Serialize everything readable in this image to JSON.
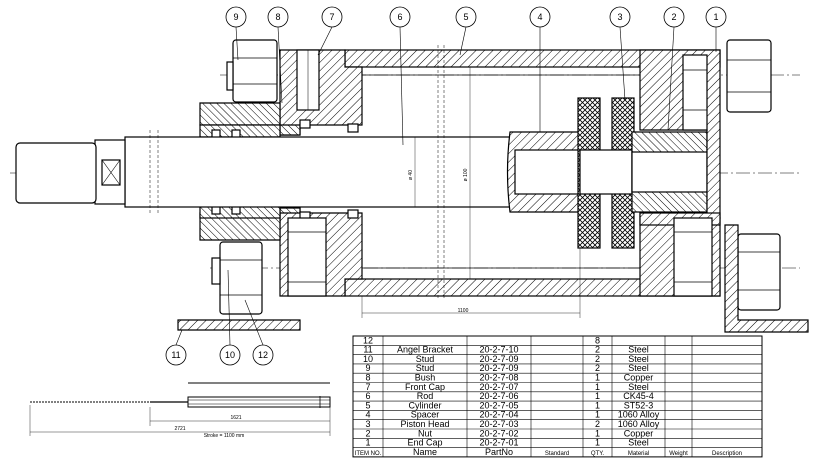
{
  "balloons": [
    "1",
    "2",
    "3",
    "4",
    "5",
    "6",
    "7",
    "8",
    "9",
    "10",
    "11",
    "12"
  ],
  "bom": {
    "headers": [
      "ITEM NO.",
      "Name",
      "PartNo",
      "Standard",
      "QTY.",
      "Material",
      "Weight",
      "Description"
    ],
    "rows": [
      {
        "item": "12",
        "name": "",
        "partno": "",
        "qty": "8",
        "material": ""
      },
      {
        "item": "11",
        "name": "Angel Bracket",
        "partno": "20-2-7-10",
        "qty": "2",
        "material": "Steel"
      },
      {
        "item": "10",
        "name": "Stud",
        "partno": "20-2-7-09",
        "qty": "2",
        "material": "Steel"
      },
      {
        "item": "9",
        "name": "Stud",
        "partno": "20-2-7-09",
        "qty": "2",
        "material": "Steel"
      },
      {
        "item": "8",
        "name": "Bush",
        "partno": "20-2-7-08",
        "qty": "1",
        "material": "Copper"
      },
      {
        "item": "7",
        "name": "Front Cap",
        "partno": "20-2-7-07",
        "qty": "1",
        "material": "Steel"
      },
      {
        "item": "6",
        "name": "Rod",
        "partno": "20-2-7-06",
        "qty": "1",
        "material": "CK45-4"
      },
      {
        "item": "5",
        "name": "Cylinder",
        "partno": "20-2-7-05",
        "qty": "1",
        "material": "ST52-3"
      },
      {
        "item": "4",
        "name": "Spacer",
        "partno": "20-2-7-04",
        "qty": "1",
        "material": "1060 Alloy"
      },
      {
        "item": "3",
        "name": "Piston Head",
        "partno": "20-2-7-03",
        "qty": "2",
        "material": "1060 Alloy"
      },
      {
        "item": "2",
        "name": "Nut",
        "partno": "20-2-7-02",
        "qty": "1",
        "material": "Copper"
      },
      {
        "item": "1",
        "name": "End Cap",
        "partno": "20-2-7-01",
        "qty": "1",
        "material": "Steel"
      }
    ]
  },
  "dimensions": {
    "cylinder_length": "1100",
    "rod_dia": "ø 40",
    "bore_dia": "ø 100",
    "stroke_overall": "1621",
    "total_overall": "2721",
    "stroke_note": "Stroke = 1100 mm"
  },
  "colors": {
    "line": "#000000",
    "background": "#ffffff"
  }
}
